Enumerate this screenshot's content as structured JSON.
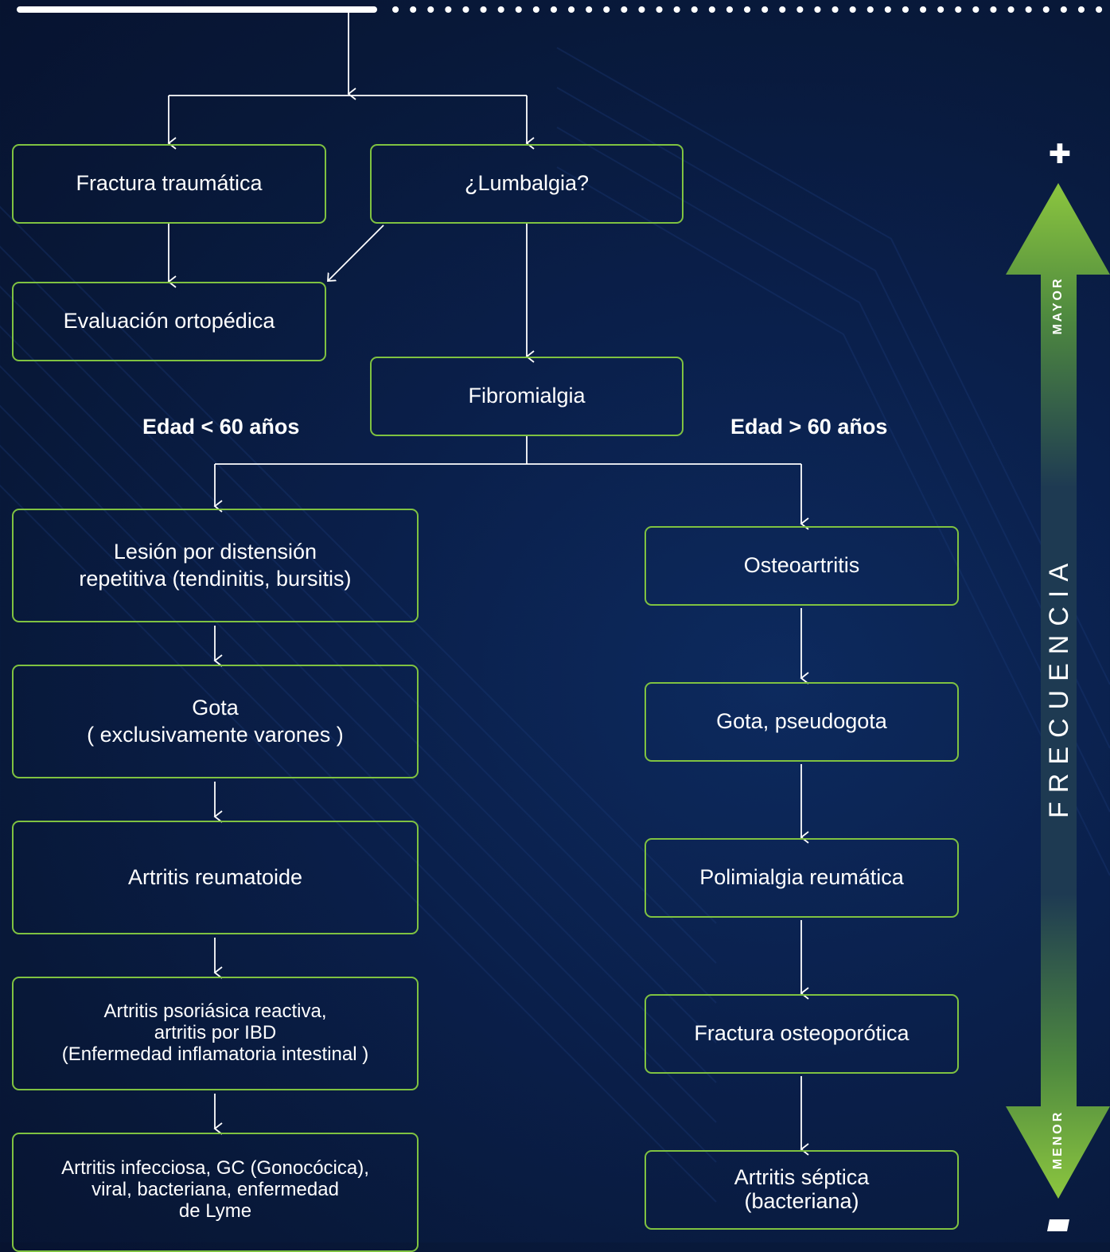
{
  "nodes": {
    "fractura_traumatica": "Fractura traumática",
    "lumbalgia": "¿Lumbalgia?",
    "evaluacion_ortopedica": "Evaluación ortopédica",
    "fibromialgia": "Fibromialgia",
    "lesion_distension": "Lesión por distensión\nrepetitiva (tendinitis, bursitis)",
    "gota_varones": "Gota\n( exclusivamente varones )",
    "artritis_reumatoide": "Artritis reumatoide",
    "artritis_psoriasica": "Artritis psoriásica reactiva,\nartritis por IBD\n(Enfermedad inflamatoria intestinal )",
    "artritis_infecciosa": "Artritis infecciosa, GC (Gonocócica),\nviral, bacteriana, enfermedad\nde Lyme",
    "osteoartritis": "Osteoartritis",
    "gota_pseudogota": "Gota, pseudogota",
    "polimialgia": "Polimialgia reumática",
    "fractura_osteoporotica": "Fractura osteoporótica",
    "artritis_septica": "Artritis séptica\n(bacteriana)"
  },
  "branch_labels": {
    "under_60": "Edad < 60 años",
    "over_60": "Edad > 60 años"
  },
  "frequency_scale": {
    "title": "FRECUENCIA",
    "top_label": "MAYOR",
    "bottom_label": "MENOR",
    "top_symbol": "✚",
    "top_color": "#8cc63f",
    "bottom_color": "#8cc63f",
    "mid_color": "#1e3a52"
  },
  "colors": {
    "box_border": "#7fc241",
    "connector": "#ffffff",
    "background": "#0a1f4a"
  }
}
